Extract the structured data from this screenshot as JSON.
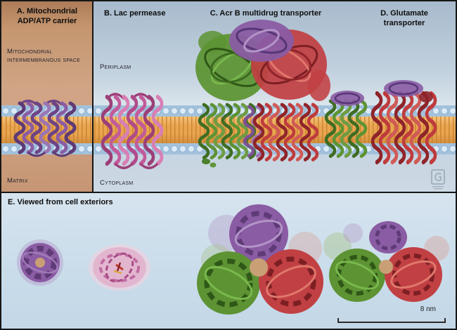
{
  "panels": {
    "a": {
      "title": "A. Mitochondrial ADP/ATP carrier",
      "top_label": "Mitochondrial intermembranous space",
      "bottom_label": "Matrix",
      "protein_color": "#8a5ca3"
    },
    "b": {
      "title": "B. Lac permease",
      "top_label": "Periplasm",
      "bottom_label": "Cytoplasm",
      "protein_color": "#c25b9b"
    },
    "c": {
      "title": "C. Acr B multidrug transporter",
      "protein_colors": [
        "#5d9333",
        "#c14043",
        "#8a5ca3"
      ]
    },
    "d": {
      "title": "D. Glutamate transporter",
      "protein_colors": [
        "#5d9333",
        "#c14043",
        "#8a5ca3"
      ]
    },
    "e": {
      "title": "E. Viewed from cell exteriors"
    }
  },
  "scale_bar": {
    "label": "8 nm"
  },
  "membrane": {
    "headgroup_color": "#a3c2dc",
    "tail_color": "#e9a54f"
  },
  "background_colors": {
    "panel_a": "#cfa384",
    "panels_bcd": "#c3d2df",
    "bottom_section": "#cfe0ec"
  }
}
